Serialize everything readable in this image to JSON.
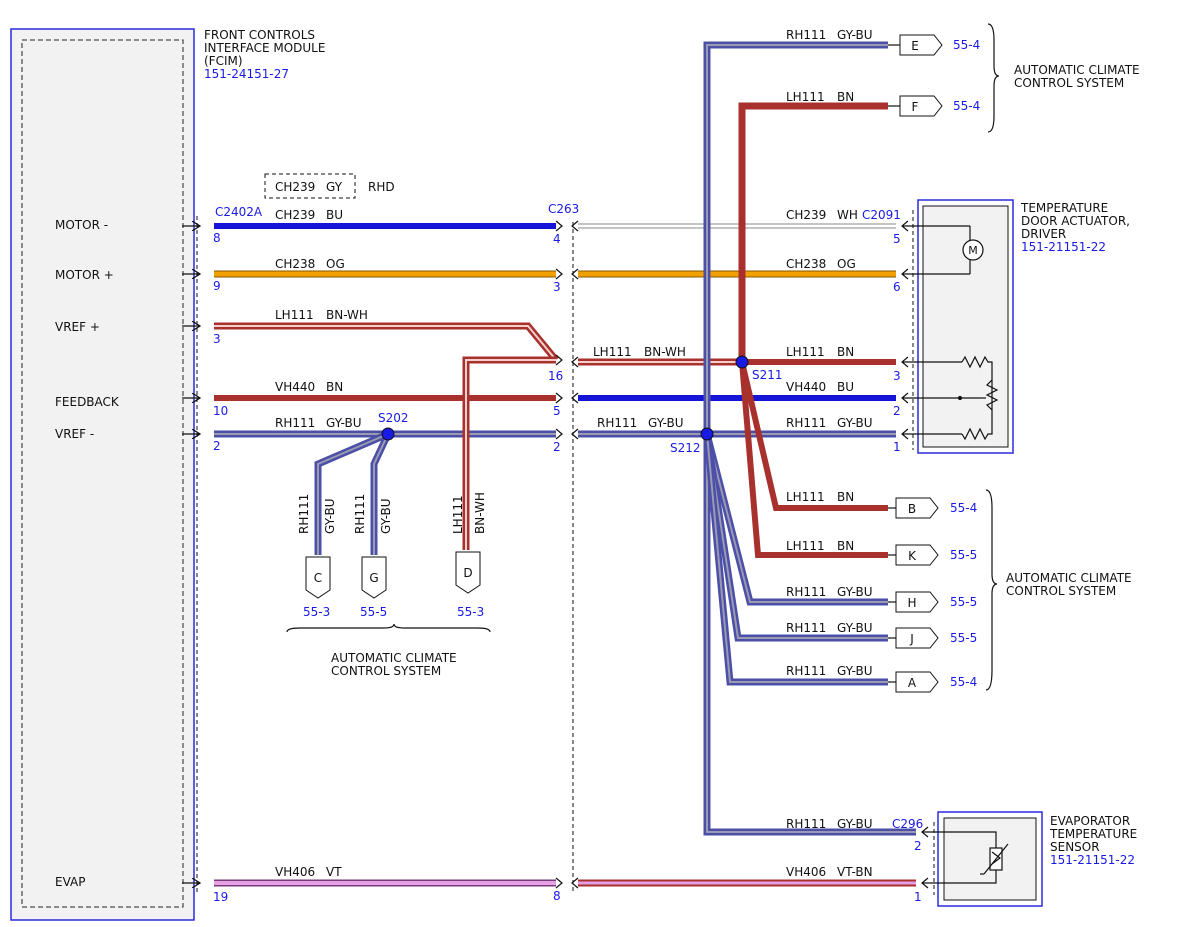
{
  "modules": {
    "fcim": {
      "name_lines": [
        "FRONT CONTROLS",
        "INTERFACE MODULE",
        "(FCIM)"
      ],
      "ref": "151-24151-27"
    },
    "tda": {
      "name_lines": [
        "TEMPERATURE",
        "DOOR ACTUATOR,",
        "DRIVER"
      ],
      "ref": "151-21151-22"
    },
    "evap_sensor": {
      "name_lines": [
        "EVAPORATOR",
        "TEMPERATURE",
        "SENSOR"
      ],
      "ref": "151-21151-22"
    },
    "acc_top": {
      "name_lines": [
        "AUTOMATIC CLIMATE",
        "CONTROL SYSTEM"
      ]
    },
    "acc_right": {
      "name_lines": [
        "AUTOMATIC CLIMATE",
        "CONTROL SYSTEM"
      ]
    },
    "acc_bottom": {
      "name_lines": [
        "AUTOMATIC CLIMATE",
        "CONTROL SYSTEM"
      ]
    }
  },
  "pins": {
    "motor_minus": "MOTOR -",
    "motor_plus": "MOTOR +",
    "vref_plus": "VREF +",
    "feedback": "FEEDBACK",
    "vref_minus": "VREF -",
    "evap": "EVAP"
  },
  "connectors": {
    "c2402a": "C2402A",
    "c263": "C263",
    "c2091": "C2091",
    "c296": "C296"
  },
  "splices": {
    "s202": "S202",
    "s211": "S211",
    "s212": "S212"
  },
  "pin_numbers": {
    "fcim": [
      "8",
      "9",
      "3",
      "10",
      "2",
      "19"
    ],
    "c263": [
      "4",
      "3",
      "16",
      "5",
      "2",
      "8"
    ],
    "tda": [
      "5",
      "6",
      "3",
      "2",
      "1"
    ],
    "c296": [
      "2",
      "1"
    ]
  },
  "rhd_box": {
    "circuit": "CH239",
    "color": "GY",
    "label": "RHD"
  },
  "wires": {
    "ch239_left": {
      "circuit": "CH239",
      "color": "BU"
    },
    "ch238_left": {
      "circuit": "CH238",
      "color": "OG"
    },
    "lh111_left": {
      "circuit": "LH111",
      "color": "BN-WH"
    },
    "vh440_left": {
      "circuit": "VH440",
      "color": "BN"
    },
    "rh111_left": {
      "circuit": "RH111",
      "color": "GY-BU"
    },
    "vh406_left": {
      "circuit": "VH406",
      "color": "VT"
    },
    "ch239_right": {
      "circuit": "CH239",
      "color": "WH"
    },
    "ch238_right": {
      "circuit": "CH238",
      "color": "OG"
    },
    "lh111_mid": {
      "circuit": "LH111",
      "color": "BN-WH"
    },
    "lh111_right": {
      "circuit": "LH111",
      "color": "BN"
    },
    "vh440_right": {
      "circuit": "VH440",
      "color": "BU"
    },
    "rh111_mid": {
      "circuit": "RH111",
      "color": "GY-BU"
    },
    "rh111_right": {
      "circuit": "RH111",
      "color": "GY-BU"
    },
    "vh406_right": {
      "circuit": "VH406",
      "color": "VT-BN"
    },
    "rh111_e": {
      "circuit": "RH111",
      "color": "GY-BU"
    },
    "lh111_f": {
      "circuit": "LH111",
      "color": "BN"
    },
    "lh111_b": {
      "circuit": "LH111",
      "color": "BN"
    },
    "lh111_k": {
      "circuit": "LH111",
      "color": "BN"
    },
    "rh111_h": {
      "circuit": "RH111",
      "color": "GY-BU"
    },
    "rh111_j": {
      "circuit": "RH111",
      "color": "GY-BU"
    },
    "rh111_a": {
      "circuit": "RH111",
      "color": "GY-BU"
    },
    "rh111_evap": {
      "circuit": "RH111",
      "color": "GY-BU"
    },
    "v_rh111_c": {
      "circuit": "RH111",
      "color": "GY-BU"
    },
    "v_rh111_g": {
      "circuit": "RH111",
      "color": "GY-BU"
    },
    "v_lh111_d": {
      "circuit": "LH111",
      "color": "BN-WH"
    }
  },
  "flags": {
    "e": {
      "letter": "E",
      "ref": "55-4"
    },
    "f": {
      "letter": "F",
      "ref": "55-4"
    },
    "b": {
      "letter": "B",
      "ref": "55-4"
    },
    "k": {
      "letter": "K",
      "ref": "55-5"
    },
    "h": {
      "letter": "H",
      "ref": "55-5"
    },
    "j": {
      "letter": "J",
      "ref": "55-5"
    },
    "a": {
      "letter": "A",
      "ref": "55-4"
    },
    "c": {
      "letter": "C",
      "ref": "55-3"
    },
    "g": {
      "letter": "G",
      "ref": "55-5"
    },
    "d": {
      "letter": "D",
      "ref": "55-3"
    }
  },
  "motor_symbol": "M",
  "colors": {
    "blue_text": "#1a1ae6",
    "wire_bu": "#1515d8",
    "wire_og": "#f0a000",
    "wire_bn": "#a8312e",
    "wire_gybu_outer": "#4b4fa8",
    "wire_gybu_inner": "#9a9ab0",
    "wire_vt": "#d98ad8",
    "wire_wh": "#cfcfcf"
  }
}
